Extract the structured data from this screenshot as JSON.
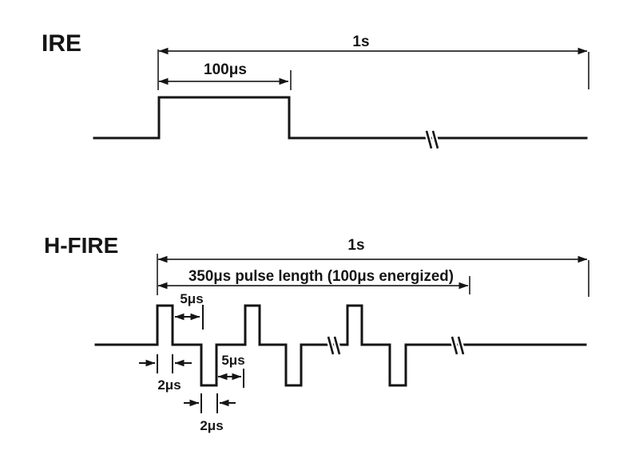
{
  "ire": {
    "title": "IRE",
    "period_label": "1s",
    "pulse_width_label": "100μs"
  },
  "hfire": {
    "title": "H-FIRE",
    "period_label": "1s",
    "burst_label": "350μs pulse length (100μs energized)",
    "delay1_label": "5μs",
    "width1_label": "2μs",
    "delay2_label": "5μs",
    "width2_label": "2μs"
  },
  "colors": {
    "line": "#151515",
    "background": "#ffffff"
  }
}
